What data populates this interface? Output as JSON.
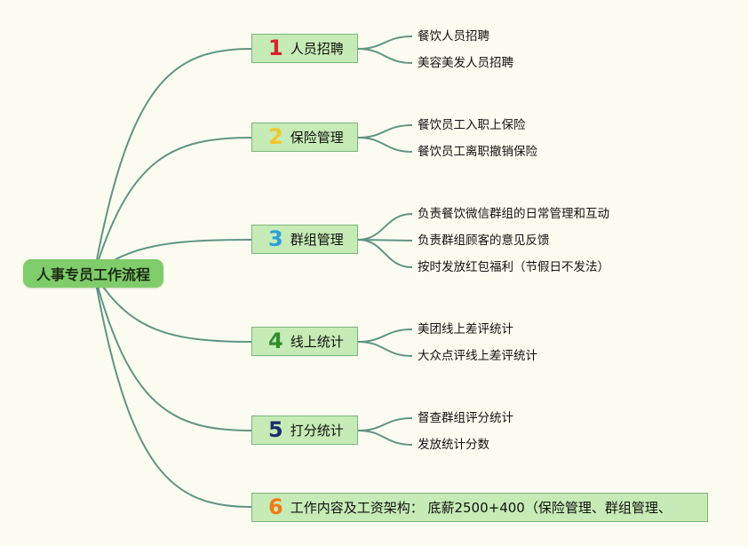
{
  "root": {
    "label": "人事专员工作流程",
    "color": "#7fcc6b"
  },
  "branches": [
    {
      "num": "1",
      "num_color": "#d7262e",
      "label": "人员招聘",
      "leaves": [
        "餐饮人员招聘",
        "美容美发人员招聘"
      ]
    },
    {
      "num": "2",
      "num_color": "#f2c72b",
      "label": "保险管理",
      "leaves": [
        "餐饮员工入职上保险",
        "餐饮员工离职撤销保险"
      ]
    },
    {
      "num": "3",
      "num_color": "#27a0db",
      "label": "群组管理",
      "leaves": [
        "负责餐饮微信群组的日常管理和互动",
        "负责群组顾客的意见反馈",
        "按时发放红包福利（节假日不发法）"
      ]
    },
    {
      "num": "4",
      "num_color": "#2e8f2b",
      "label": "线上统计",
      "leaves": [
        "美团线上差评统计",
        "大众点评线上差评统计"
      ]
    },
    {
      "num": "5",
      "num_color": "#1b2f6e",
      "label": "打分统计",
      "leaves": [
        "督查群组评分统计",
        "发放统计分数"
      ]
    },
    {
      "num": "6",
      "num_color": "#f07a18",
      "label": "工作内容及工资架构： 底薪2500+400（保险管理、群组管理、",
      "leaves": []
    }
  ],
  "colors": {
    "background": "#fdfcf1",
    "branch_fill": "#c6ebb6",
    "branch_border": "#7cb67c",
    "link": "#5f9585"
  }
}
